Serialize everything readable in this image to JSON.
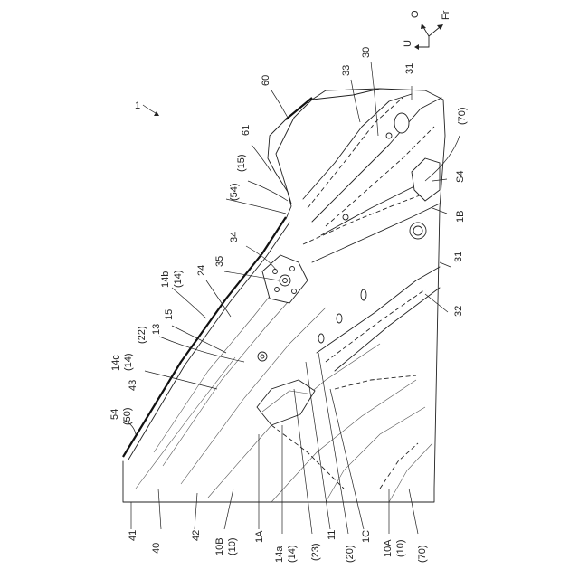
{
  "figure": {
    "orientation_labels": {
      "up": "O",
      "forward": "Fr",
      "upward": "U"
    },
    "ref_label": "1",
    "labels": [
      {
        "id": "lbl-60",
        "text": "60"
      },
      {
        "id": "lbl-33",
        "text": "33"
      },
      {
        "id": "lbl-30",
        "text": "30"
      },
      {
        "id": "lbl-31-top",
        "text": "31"
      },
      {
        "id": "lbl-70-right",
        "text": "(70)"
      },
      {
        "id": "lbl-61",
        "text": "61"
      },
      {
        "id": "lbl-15-paren",
        "text": "(15)"
      },
      {
        "id": "lbl-54-paren",
        "text": "(54)"
      },
      {
        "id": "lbl-S4",
        "text": "S4"
      },
      {
        "id": "lbl-1B",
        "text": "1B"
      },
      {
        "id": "lbl-34",
        "text": "34"
      },
      {
        "id": "lbl-35",
        "text": "35"
      },
      {
        "id": "lbl-24",
        "text": "24"
      },
      {
        "id": "lbl-14b",
        "text": "14b"
      },
      {
        "id": "lbl-14b-sub",
        "text": "(14)"
      },
      {
        "id": "lbl-31-right",
        "text": "31"
      },
      {
        "id": "lbl-32",
        "text": "32"
      },
      {
        "id": "lbl-15",
        "text": "15"
      },
      {
        "id": "lbl-13",
        "text": "13"
      },
      {
        "id": "lbl-14c",
        "text": "14c"
      },
      {
        "id": "lbl-14c-sub",
        "text": "(14)"
      },
      {
        "id": "lbl-22",
        "text": "(22)"
      },
      {
        "id": "lbl-43",
        "text": "43"
      },
      {
        "id": "lbl-54",
        "text": "54"
      },
      {
        "id": "lbl-50",
        "text": "(50)"
      },
      {
        "id": "lbl-41",
        "text": "41"
      },
      {
        "id": "lbl-40",
        "text": "40"
      },
      {
        "id": "lbl-42",
        "text": "42"
      },
      {
        "id": "lbl-10B",
        "text": "10B"
      },
      {
        "id": "lbl-10B-sub",
        "text": "(10)"
      },
      {
        "id": "lbl-1A",
        "text": "1A"
      },
      {
        "id": "lbl-14a",
        "text": "14a"
      },
      {
        "id": "lbl-14a-sub",
        "text": "(14)"
      },
      {
        "id": "lbl-23",
        "text": "(23)"
      },
      {
        "id": "lbl-11",
        "text": "11"
      },
      {
        "id": "lbl-20",
        "text": "(20)"
      },
      {
        "id": "lbl-1C",
        "text": "1C"
      },
      {
        "id": "lbl-10A",
        "text": "10A"
      },
      {
        "id": "lbl-10A-sub",
        "text": "(10)"
      },
      {
        "id": "lbl-70-bottom",
        "text": "(70)"
      }
    ]
  }
}
